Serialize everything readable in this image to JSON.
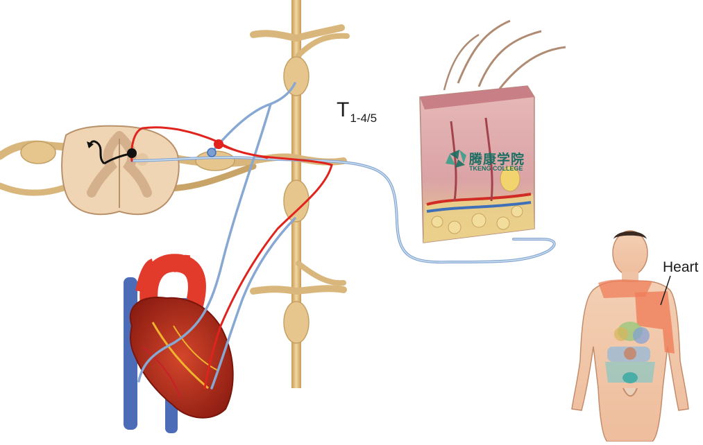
{
  "labels": {
    "spinal_level": "T",
    "spinal_level_sub": "1-4/5",
    "referred_organ": "Heart"
  },
  "watermark": {
    "chinese": "腾康学院",
    "english": "TKENG COLLEGE"
  },
  "colors": {
    "visceral_afferent": "#e0231c",
    "somatic_afferent": "#8fb0d6",
    "nerve_tissue": "#d9b77c",
    "referred_pain_zone": "#ef7d5a"
  }
}
